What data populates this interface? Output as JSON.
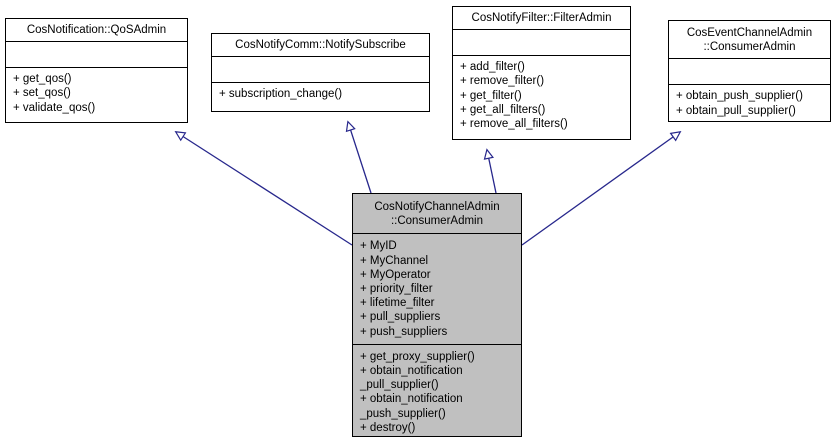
{
  "diagram": {
    "type": "uml-class-inheritance",
    "title": "CosNotifyChannelAdmin::ConsumerAdmin class hierarchy",
    "edge_color": "#27278c",
    "highlight_fill": "#c0c0c0",
    "box_fill": "#ffffff",
    "border_color": "#000000"
  },
  "classes": {
    "qos_admin": {
      "name": "CosNotification::QoSAdmin",
      "attributes": [],
      "operations": [
        "+ get_qos()",
        "+ set_qos()",
        "+ validate_qos()"
      ]
    },
    "notify_subscribe": {
      "name": "CosNotifyComm::NotifySubscribe",
      "attributes": [],
      "operations": [
        "+ subscription_change()"
      ]
    },
    "filter_admin": {
      "name": "CosNotifyFilter::FilterAdmin",
      "attributes": [],
      "operations": [
        "+ add_filter()",
        "+ remove_filter()",
        "+ get_filter()",
        "+ get_all_filters()",
        "+ remove_all_filters()"
      ]
    },
    "event_consumer_admin": {
      "name": "CosEventChannelAdmin\n::ConsumerAdmin",
      "attributes": [],
      "operations": [
        "+ obtain_push_supplier()",
        "+ obtain_pull_supplier()"
      ]
    },
    "notify_consumer_admin": {
      "name": "CosNotifyChannelAdmin\n::ConsumerAdmin",
      "attributes": [
        "+ MyID",
        "+ MyChannel",
        "+ MyOperator",
        "+ priority_filter",
        "+ lifetime_filter",
        "+ pull_suppliers",
        "+ push_suppliers"
      ],
      "operations": [
        "+ get_proxy_supplier()",
        "+ obtain_notification\n_pull_supplier()",
        "+ obtain_notification\n_push_supplier()",
        "+ destroy()"
      ]
    }
  },
  "relationships": [
    {
      "from": "notify_consumer_admin",
      "to": "qos_admin",
      "kind": "generalization"
    },
    {
      "from": "notify_consumer_admin",
      "to": "notify_subscribe",
      "kind": "generalization"
    },
    {
      "from": "notify_consumer_admin",
      "to": "filter_admin",
      "kind": "generalization"
    },
    {
      "from": "notify_consumer_admin",
      "to": "event_consumer_admin",
      "kind": "generalization"
    }
  ]
}
